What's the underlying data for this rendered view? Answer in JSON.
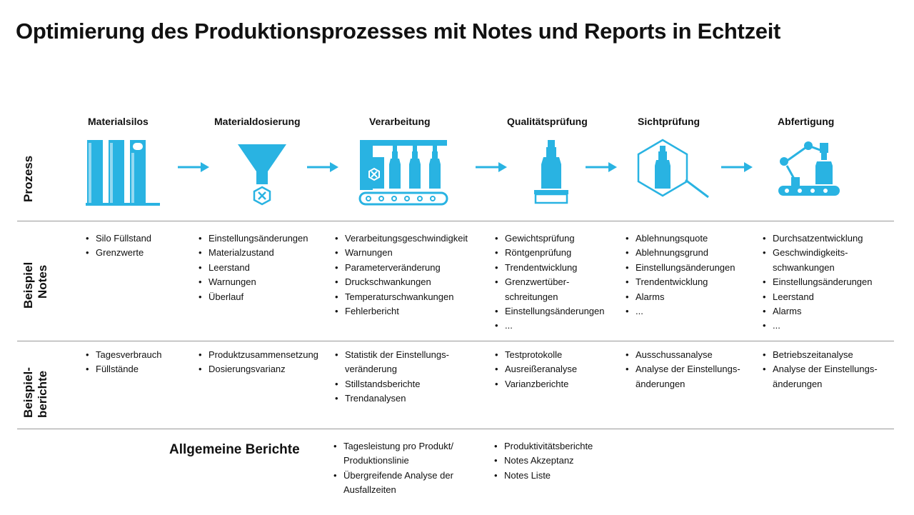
{
  "title": "Optimierung des Produktionsprozesses mit Notes und Reports in Echtzeit",
  "accent_color": "#29b3e2",
  "row_labels": {
    "prozess": [
      "Prozess"
    ],
    "notes": [
      "Beispiel",
      "Notes"
    ],
    "berichte": [
      "Beispiel-",
      "berichte"
    ]
  },
  "stages": [
    {
      "name": "Materialsilos",
      "icon": "silo-icon"
    },
    {
      "name": "Materialdosierung",
      "icon": "funnel-icon"
    },
    {
      "name": "Verarbeitung",
      "icon": "bottling-machine-icon"
    },
    {
      "name": "Qualitätsprüfung",
      "icon": "bottle-scale-icon"
    },
    {
      "name": "Sichtprüfung",
      "icon": "inspection-magnifier-icon"
    },
    {
      "name": "Abfertigung",
      "icon": "robot-arm-conveyor-icon"
    }
  ],
  "notes": [
    [
      "Silo Füllstand",
      "Grenzwerte"
    ],
    [
      "Einstellungsänderungen",
      "Materialzustand",
      "Leerstand",
      "Warnungen",
      "Überlauf"
    ],
    [
      "Verarbeitungsgeschwindigkeit",
      "Warnungen",
      "Parameterveränderung",
      "Druckschwankungen",
      "Temperaturschwankungen",
      "Fehlerbericht"
    ],
    [
      "Gewichtsprüfung",
      "Röntgenprüfung",
      "Trendentwicklung",
      "Grenzwertüber-\nschreitungen",
      "Einstellungsänderungen",
      "..."
    ],
    [
      "Ablehnungsquote",
      "Ablehnungsgrund",
      "Einstellungsänderungen",
      "Trendentwicklung",
      "Alarms",
      "..."
    ],
    [
      "Durchsatzentwicklung",
      "Geschwindigkeits-\nschwankungen",
      "Einstellungsänderungen",
      "Leerstand",
      "Alarms",
      "..."
    ]
  ],
  "reports": [
    [
      "Tagesverbrauch",
      "Füllstände"
    ],
    [
      "Produktzusammensetzung",
      "Dosierungsvarianz"
    ],
    [
      "Statistik der Einstellungs-\nveränderung",
      "Stillstandsberichte",
      "Trendanalysen"
    ],
    [
      "Testprotokolle",
      "Ausreißeranalyse",
      "Varianzberichte"
    ],
    [
      "Ausschussanalyse",
      "Analyse der Einstellungs-\nänderungen"
    ],
    [
      "Betriebszeitanalyse",
      "Analyse der Einstellungs-\nänderungen"
    ]
  ],
  "general": {
    "title": "Allgemeine Berichte",
    "columns": [
      [
        "Tagesleistung pro Produkt/\nProduktionslinie",
        "Übergreifende Analyse der\nAusfallzeiten"
      ],
      [
        "Produktivitätsberichte",
        "Notes Akzeptanz",
        "Notes Liste"
      ]
    ]
  }
}
